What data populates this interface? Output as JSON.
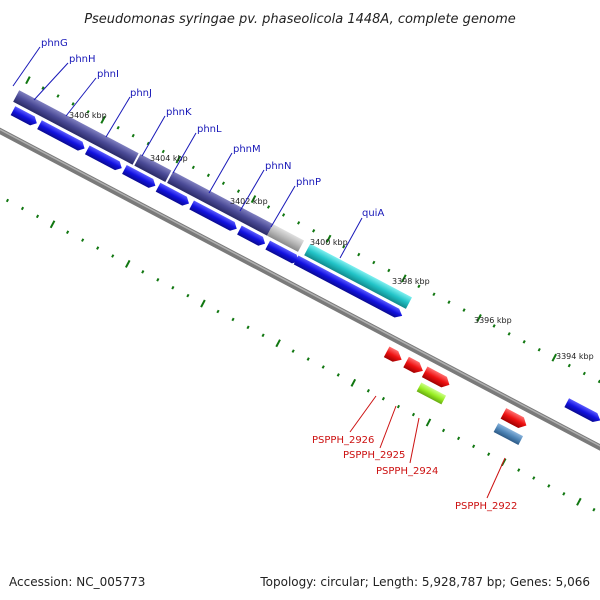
{
  "title": "Pseudomonas syringae pv. phaseolicola 1448A, complete genome",
  "footer": {
    "accession": "Accession: NC_005773",
    "summary": "Topology: circular; Length: 5,928,787 bp; Genes: 5,066"
  },
  "ruler": [
    "3406 kbp",
    "3404 kbp",
    "3402 kbp",
    "3400 kbp",
    "3398 kbp",
    "3396 kbp",
    "3394 kbp"
  ],
  "gene_labels_blue": [
    "phnG",
    "phnH",
    "phnI",
    "phnJ",
    "phnK",
    "phnL",
    "phnM",
    "phnN",
    "phnP",
    "quiA"
  ],
  "gene_labels_red": [
    "PSPPH_2926",
    "PSPPH_2925",
    "PSPPH_2924",
    "PSPPH_2922"
  ],
  "colors": {
    "background": "#ffffff",
    "backbone": "#7a7a7a",
    "tick_green": "#117711",
    "cds_blue": "#1212e0",
    "phn_operon": "#4a4a96",
    "quiA": "#22c4c8",
    "red_feature": "#ee1111",
    "lime_feature": "#99ee22",
    "steel_feature": "#4f86b8",
    "grey_feature": "#b8b8b8",
    "label_blue": "#1818b8",
    "label_red": "#cc1111"
  }
}
